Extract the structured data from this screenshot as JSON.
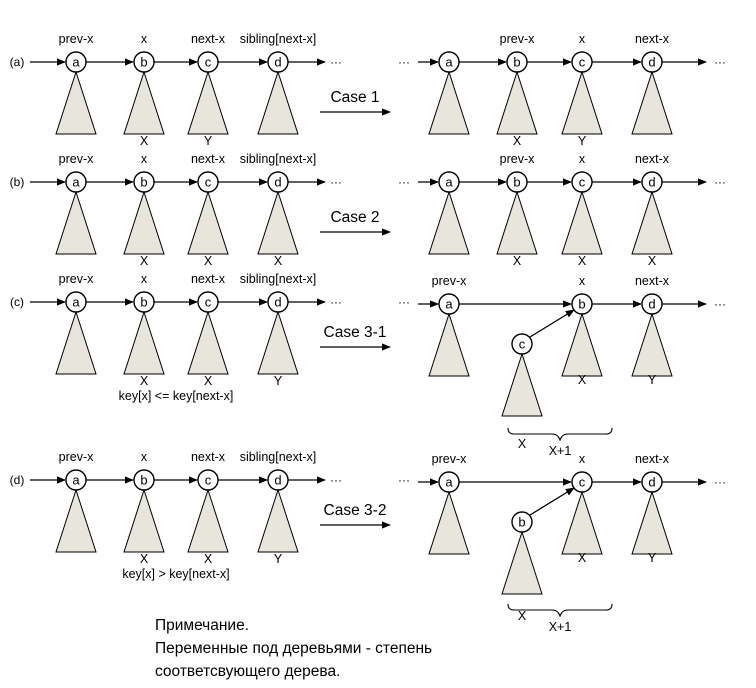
{
  "dots": "···",
  "rows": [
    {
      "label": "(a)",
      "case_label": "Case 1",
      "left_top": [
        "prev-x",
        "x",
        "next-x",
        "sibling[next-x]"
      ],
      "left_nodes": [
        "a",
        "b",
        "c",
        "d"
      ],
      "left_bottom": [
        "",
        "X",
        "Y",
        ""
      ],
      "condition": "",
      "right_top": [
        "",
        "prev-x",
        "x",
        "next-x"
      ],
      "right_nodes": [
        "a",
        "b",
        "c",
        "d"
      ],
      "right_bottom": [
        "",
        "X",
        "Y",
        ""
      ]
    },
    {
      "label": "(b)",
      "case_label": "Case 2",
      "left_top": [
        "prev-x",
        "x",
        "next-x",
        "sibling[next-x]"
      ],
      "left_nodes": [
        "a",
        "b",
        "c",
        "d"
      ],
      "left_bottom": [
        "",
        "X",
        "X",
        "X"
      ],
      "condition": "",
      "right_top": [
        "",
        "prev-x",
        "x",
        "next-x"
      ],
      "right_nodes": [
        "a",
        "b",
        "c",
        "d"
      ],
      "right_bottom": [
        "",
        "X",
        "X",
        "X"
      ]
    },
    {
      "label": "(c)",
      "case_label": "Case 3-1",
      "left_top": [
        "prev-x",
        "x",
        "next-x",
        "sibling[next-x]"
      ],
      "left_nodes": [
        "a",
        "b",
        "c",
        "d"
      ],
      "left_bottom": [
        "",
        "X",
        "X",
        "Y"
      ],
      "condition": "key[x] <= key[next-x]",
      "right_top": [
        "prev-x",
        "x",
        "next-x"
      ],
      "right_nodes": [
        "a",
        "b",
        "d"
      ],
      "right_child": "c",
      "right_bottom": [
        "",
        "X",
        "Y"
      ],
      "child_bottom": "X",
      "brace_label": "X+1"
    },
    {
      "label": "(d)",
      "case_label": "Case 3-2",
      "left_top": [
        "prev-x",
        "x",
        "next-x",
        "sibling[next-x]"
      ],
      "left_nodes": [
        "a",
        "b",
        "c",
        "d"
      ],
      "left_bottom": [
        "",
        "X",
        "X",
        "Y"
      ],
      "condition": "key[x] > key[next-x]",
      "right_top": [
        "prev-x",
        "x",
        "next-x"
      ],
      "right_nodes": [
        "a",
        "c",
        "d"
      ],
      "right_child": "b",
      "right_bottom": [
        "",
        "X",
        "Y"
      ],
      "child_bottom": "X",
      "brace_label": "X+1"
    }
  ],
  "note": {
    "line1": "Примечание.",
    "line2": "Переменные под деревьями - степень",
    "line3": "соответсвующего дерева."
  }
}
